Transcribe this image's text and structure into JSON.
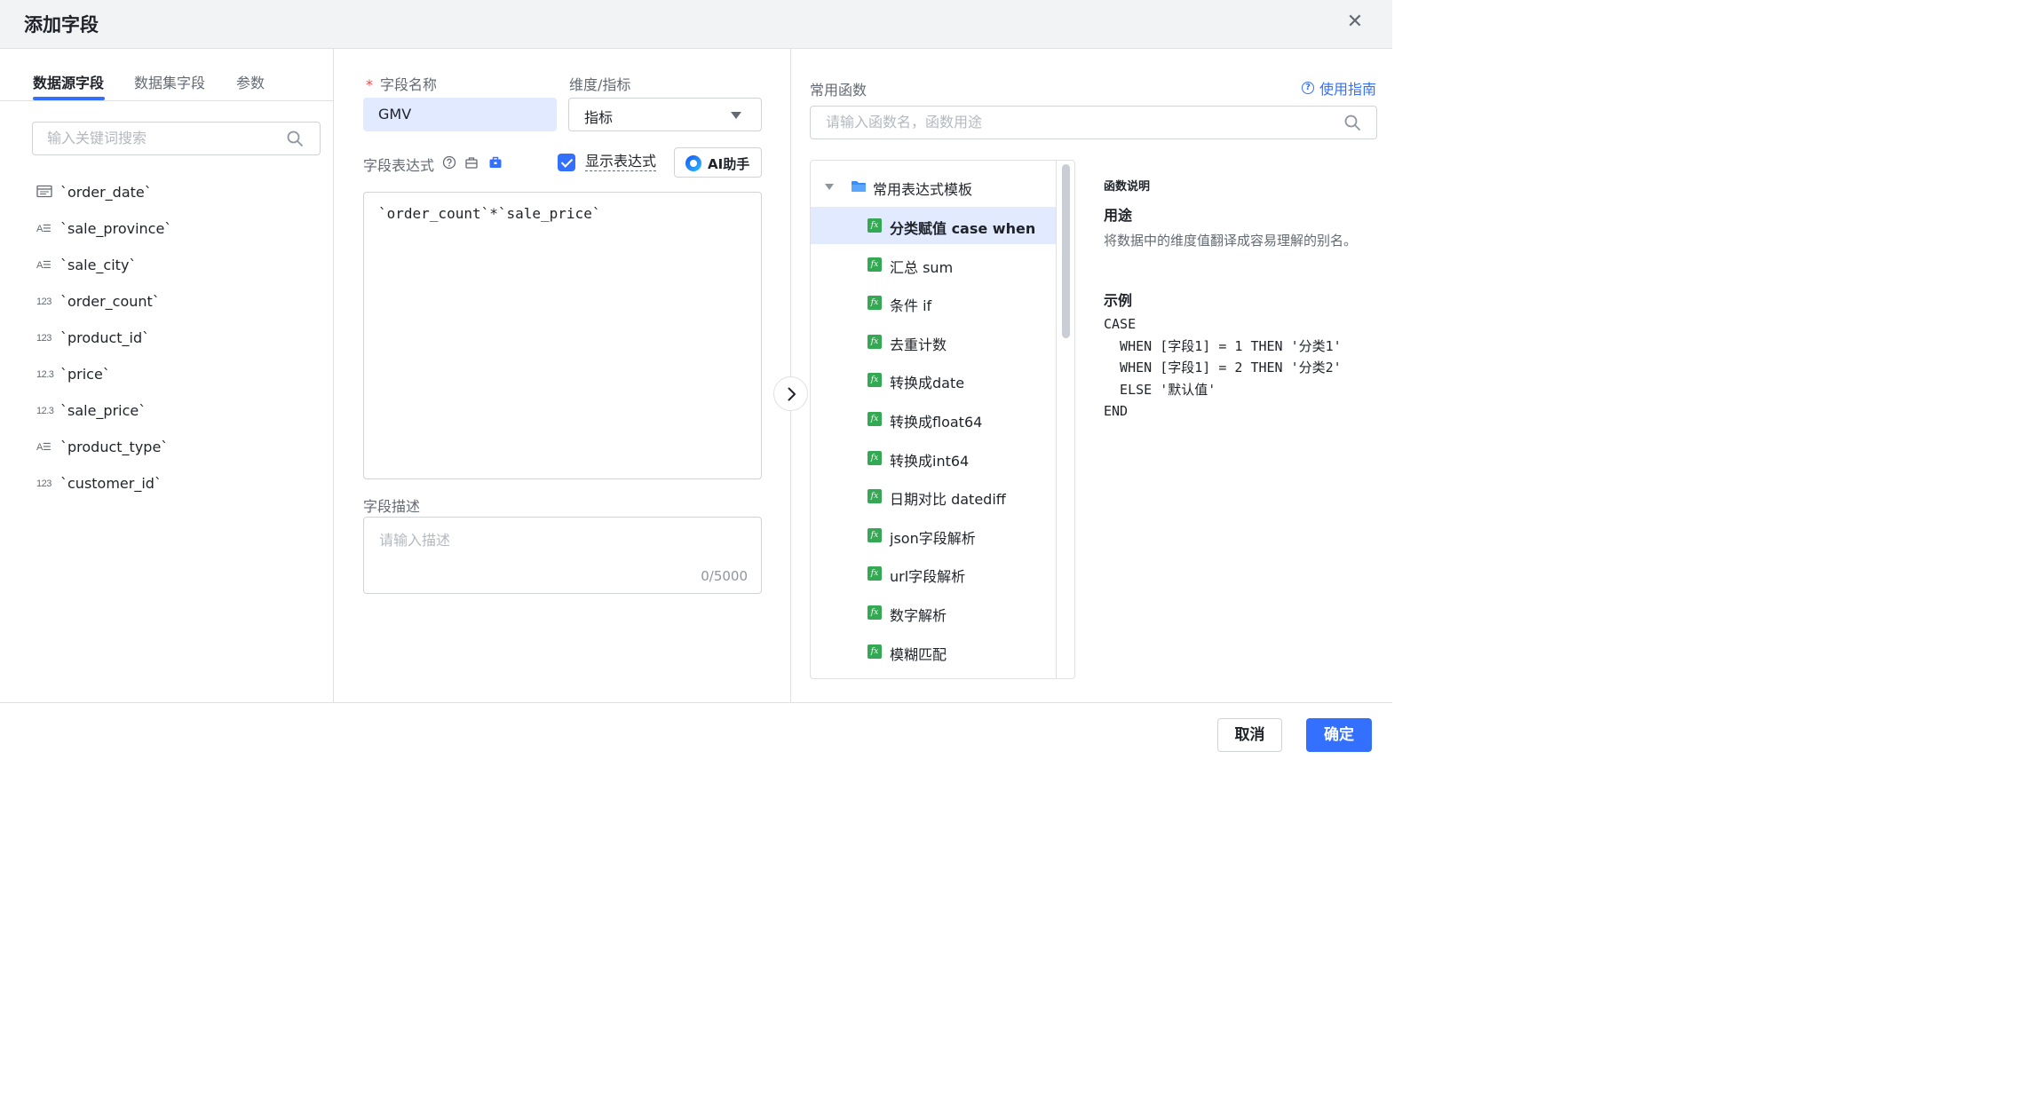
{
  "dialog": {
    "title": "添加字段"
  },
  "left": {
    "tabs": [
      "数据源字段",
      "数据集字段",
      "参数"
    ],
    "search_placeholder": "输入关键词搜索",
    "fields": [
      {
        "type": "date",
        "type_label": "",
        "name": "`order_date`"
      },
      {
        "type": "string",
        "type_label": "A☰",
        "name": "`sale_province`"
      },
      {
        "type": "string",
        "type_label": "A☰",
        "name": "`sale_city`"
      },
      {
        "type": "int",
        "type_label": "123",
        "name": "`order_count`"
      },
      {
        "type": "int",
        "type_label": "123",
        "name": "`product_id`"
      },
      {
        "type": "float",
        "type_label": "12.3",
        "name": "`price`"
      },
      {
        "type": "float",
        "type_label": "12.3",
        "name": "`sale_price`"
      },
      {
        "type": "string",
        "type_label": "A☰",
        "name": "`product_type`"
      },
      {
        "type": "int",
        "type_label": "123",
        "name": "`customer_id`"
      }
    ]
  },
  "middle": {
    "required_mark": "*",
    "field_name_label": "字段名称",
    "field_name_value": "GMV",
    "dim_label": "维度/指标",
    "dim_value": "指标",
    "expr_label": "字段表达式",
    "show_expr_label": "显示表达式",
    "ai_label": "AI助手",
    "expression": "`order_count`*`sale_price`",
    "desc_label": "字段描述",
    "desc_placeholder": "请输入描述",
    "desc_count": "0/5000"
  },
  "right": {
    "title": "常用函数",
    "guide": "使用指南",
    "search_placeholder": "请输入函数名，函数用途",
    "tree_root": "常用表达式模板",
    "functions": [
      "分类赋值 case when",
      "汇总 sum",
      "条件 if",
      "去重计数",
      "转换成date",
      "转换成float64",
      "转换成int64",
      "日期对比 datediff",
      "json字段解析",
      "url字段解析",
      "数字解析",
      "模糊匹配"
    ],
    "selected_index": 0,
    "desc_heading": "函数说明",
    "usage_heading": "用途",
    "usage_text": "将数据中的维度值翻译成容易理解的别名。",
    "example_heading": "示例",
    "example_code": "CASE\n  WHEN [字段1] = 1 THEN '分类1'\n  WHEN [字段1] = 2 THEN '分类2'\n  ELSE '默认值'\nEND"
  },
  "footer": {
    "cancel": "取消",
    "ok": "确定"
  },
  "colors": {
    "primary": "#3370ff",
    "fx_icon": "#34a853",
    "selected_bg": "#e1eaff"
  }
}
